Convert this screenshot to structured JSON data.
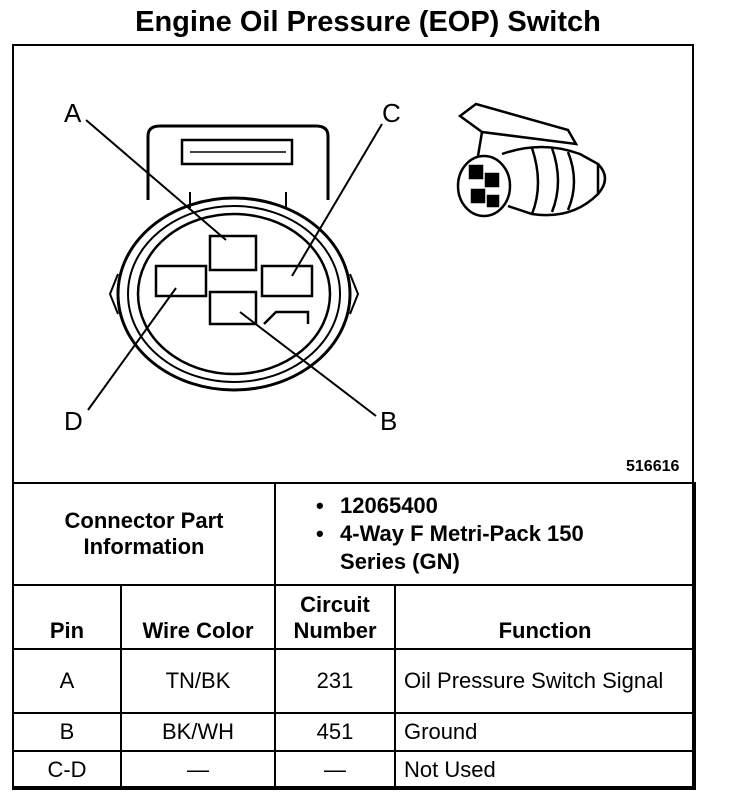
{
  "title": "Engine Oil Pressure (EOP) Switch",
  "figure_id": "516616",
  "pin_labels": [
    "A",
    "B",
    "C",
    "D"
  ],
  "connector_info": {
    "label": "Connector Part Information",
    "items": [
      "12065400",
      "4-Way F Metri-Pack 150 Series (GN)"
    ]
  },
  "table": {
    "headers": [
      "Pin",
      "Wire Color",
      "Circuit Number",
      "Function"
    ],
    "rows": [
      [
        "A",
        "TN/BK",
        "231",
        "Oil Pressure Switch Signal"
      ],
      [
        "B",
        "BK/WH",
        "451",
        "Ground"
      ],
      [
        "C-D",
        "—",
        "—",
        "Not Used"
      ]
    ]
  }
}
